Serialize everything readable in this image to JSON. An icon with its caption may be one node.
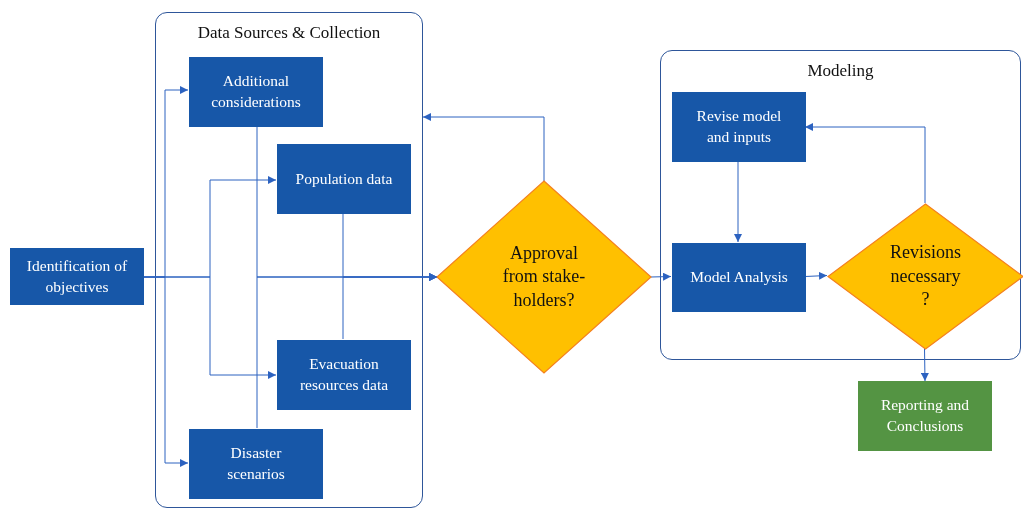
{
  "diagram": {
    "nodes": [
      {
        "text": [
          "Identification of objectives"
        ]
      },
      {
        "text": [
          "Data Sources & Collection"
        ]
      },
      {
        "text": [
          "Additional considerations"
        ],
        "in": 1
      },
      {
        "text": [
          "Population data"
        ],
        "in": 1
      },
      {
        "text": [
          "Evacuation resources data"
        ],
        "in": 1
      },
      {
        "text": [
          "Disaster scenarios"
        ],
        "in": 1
      },
      {
        "text": [
          "Approval from stake- holders?"
        ]
      },
      {
        "text": [
          "Modeling"
        ]
      },
      {
        "text": [
          "Revise model and inputs"
        ],
        "in": 7
      },
      {
        "text": [
          "Model Analysis"
        ],
        "in": 7
      },
      {
        "text": [
          "Revisions necessary ?"
        ],
        "in": 7
      },
      {
        "text": [
          "Reporting and Conclusions"
        ]
      }
    ],
    "edges": [
      {
        "from": 0,
        "to": 2,
        "arrow": "to"
      },
      {
        "from": 0,
        "to": 5,
        "arrow": "to"
      },
      {
        "from": 0,
        "to": 3,
        "arrow": "to"
      },
      {
        "from": 0,
        "to": 4,
        "arrow": "to"
      },
      {
        "from": 2,
        "to": 6,
        "arrow": "to"
      },
      {
        "from": 5,
        "to": 6,
        "arrow": "to"
      },
      {
        "from": 3,
        "to": 6,
        "arrow": "to"
      },
      {
        "from": 4,
        "to": 6,
        "arrow": "to"
      },
      {
        "from": 6,
        "to": 1,
        "arrow": "to"
      },
      {
        "from": 6,
        "to": 9,
        "arrow": "to"
      },
      {
        "from": 8,
        "to": 9,
        "arrow": "to"
      },
      {
        "from": 9,
        "to": 10,
        "arrow": "to"
      },
      {
        "from": 10,
        "to": 8,
        "arrow": "to"
      },
      {
        "from": 10,
        "to": 11,
        "arrow": "to"
      }
    ]
  }
}
